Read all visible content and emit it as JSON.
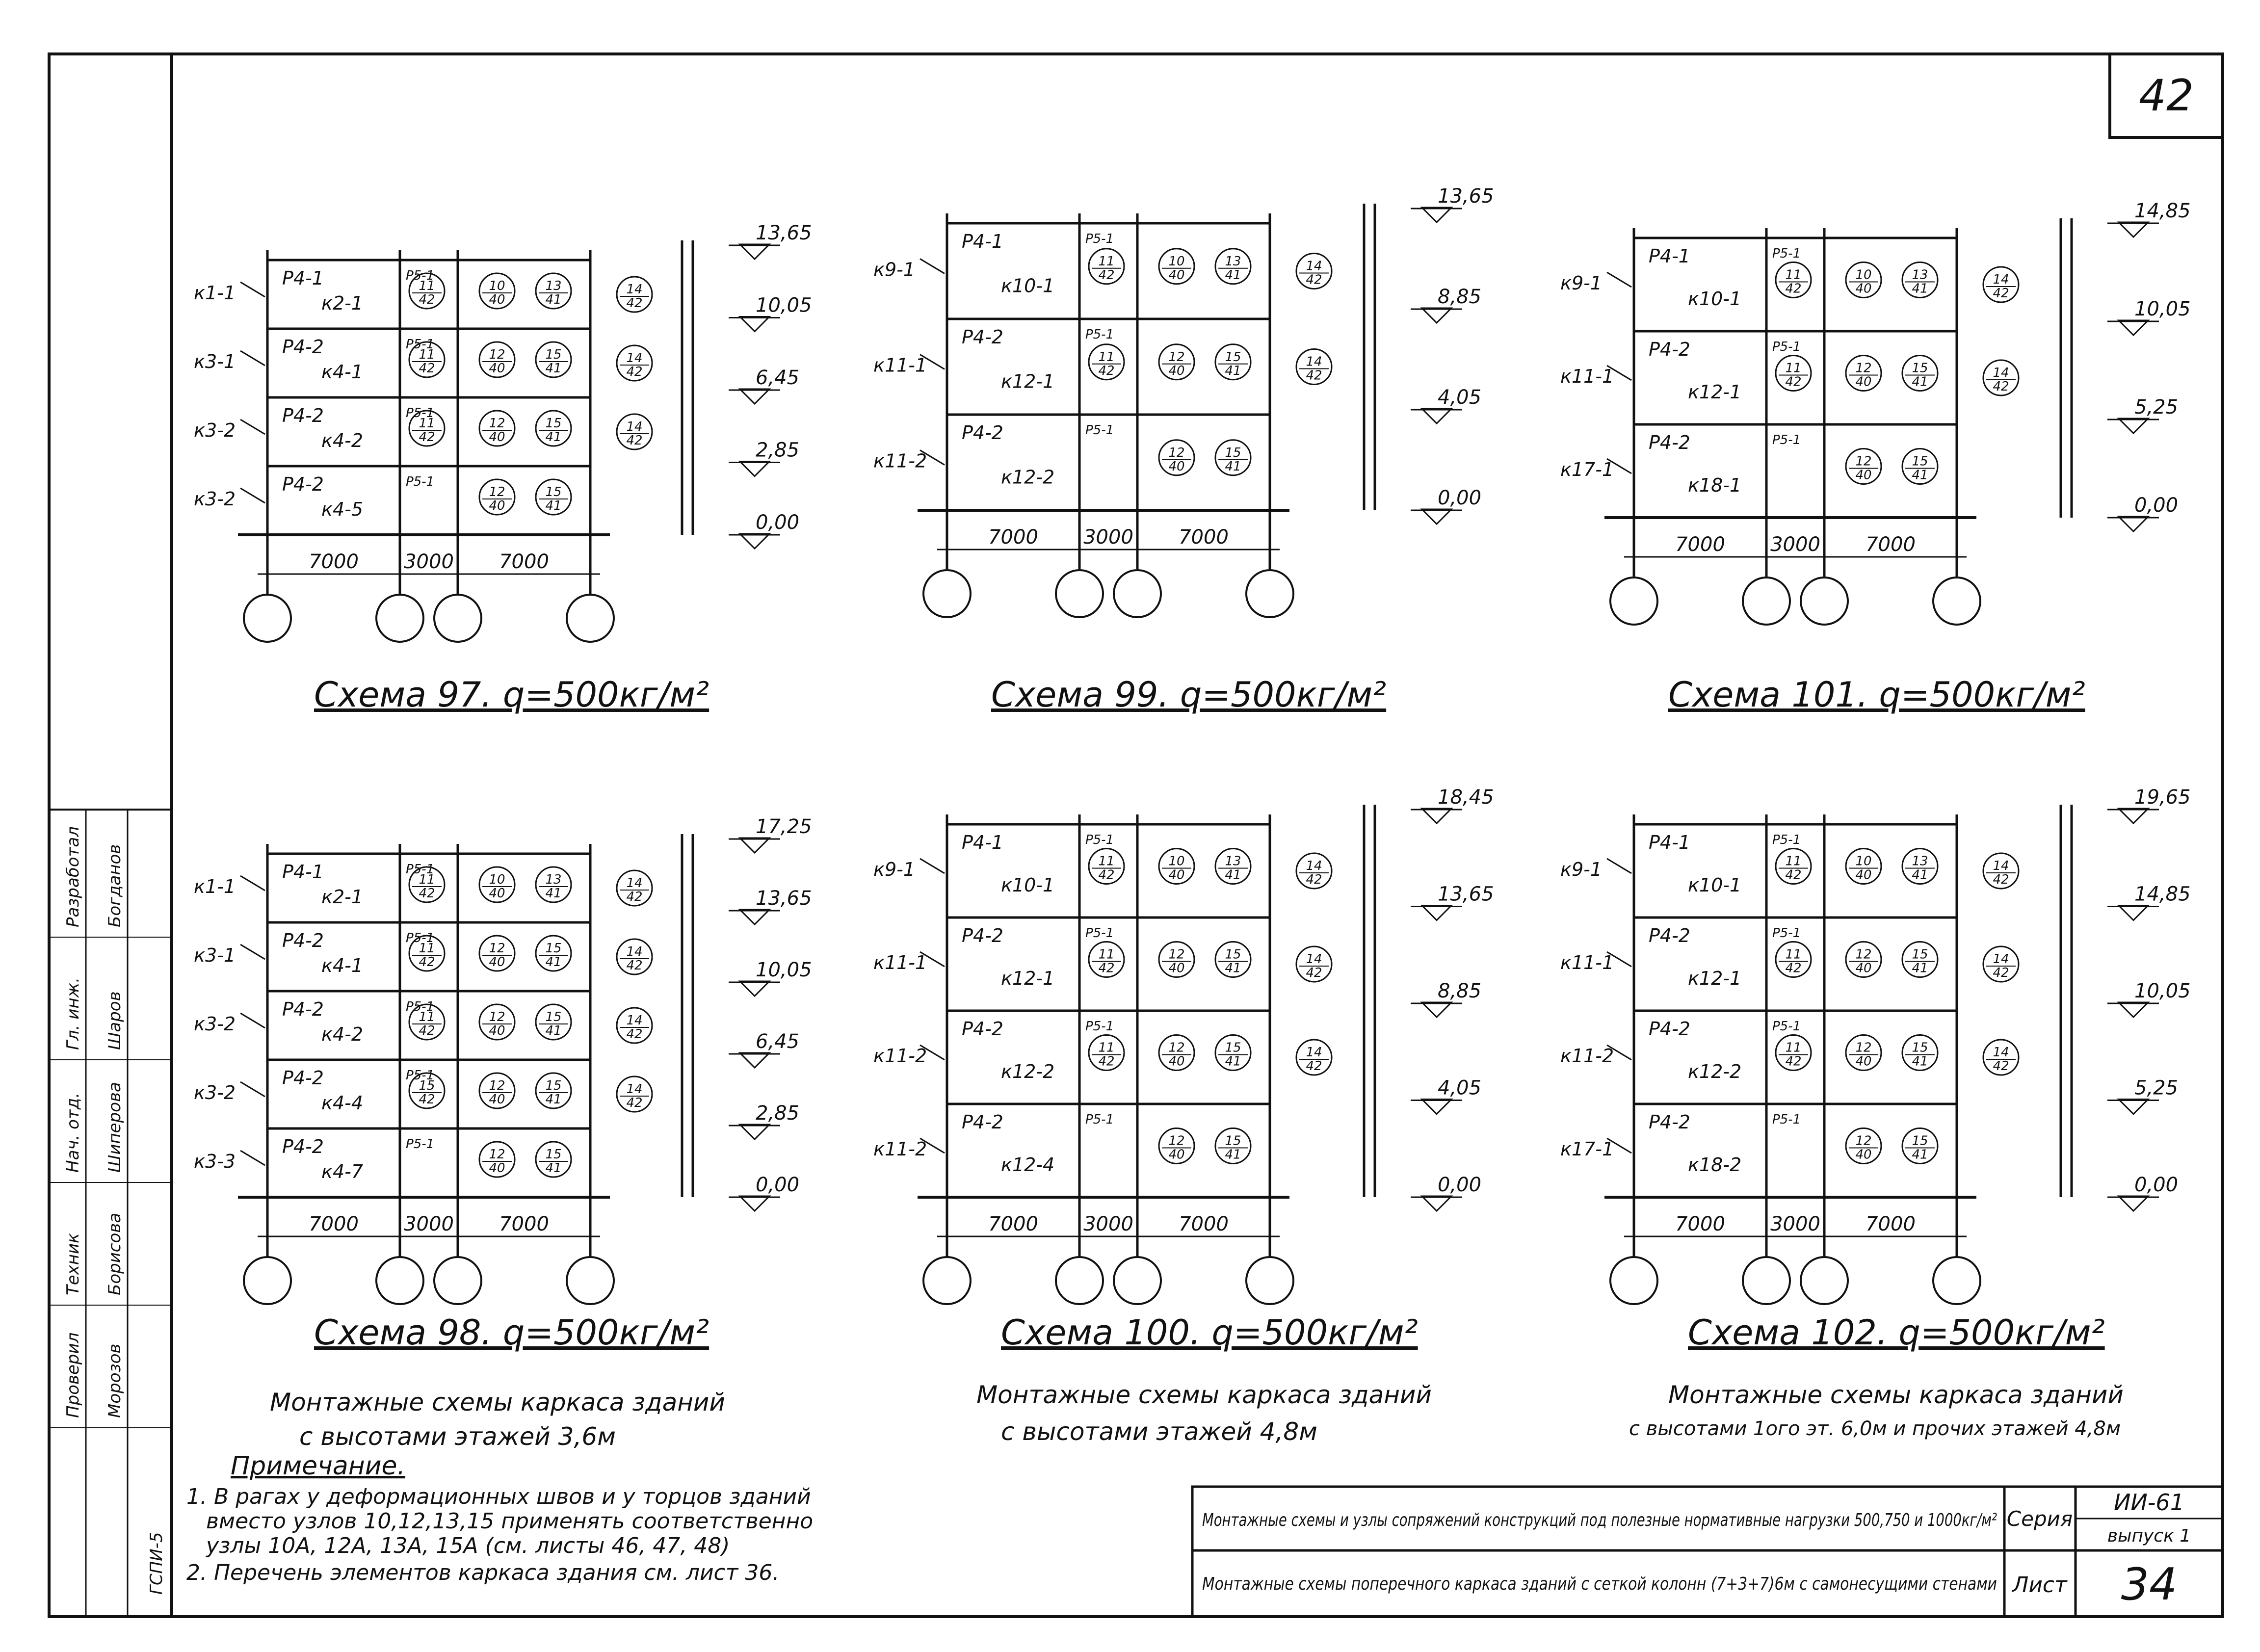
{
  "sheet": {
    "page_number": "42",
    "notes_title": "Примечание.",
    "notes": [
      "1. В рагах у деформационных швов и у торцов зданий",
      "вместо узлов 10,12,13,15 применять соответственно",
      "узлы 10А, 12А, 13А, 15А (см. листы 46, 47, 48)",
      "2. Перечень элементов каркаса здания см. лист 36."
    ],
    "group_captions": [
      [
        "Монтажные схемы каркаса зданий",
        "с высотами этажей 3,6м"
      ],
      [
        "Монтажные схемы каркаса зданий",
        "с высотами этажей 4,8м"
      ],
      [
        "Монтажные схемы каркаса зданий",
        "с высотами 1ого эт. 6,0м и прочих этажей 4,8м"
      ]
    ]
  },
  "title_block": {
    "title_1": "Монтажные схемы и узлы сопряжений конструкций под полезные нормативные нагрузки 500,750 и 1000кг/м²",
    "title_2": "Монтажные схемы поперечного каркаса зданий с сеткой колонн (7+3+7)6м с самонесущими стенами",
    "series_label": "Серия",
    "series_value": "ИИ-61",
    "issue_value": "выпуск 1",
    "sheet_label": "Лист",
    "sheet_value": "34"
  },
  "stamp": {
    "roles": [
      "Разработал",
      "Гл. инж.",
      "Нач. отд.",
      "Техник",
      "Проверил"
    ],
    "names": [
      "Богданов",
      "Шаров",
      "Шиперова",
      "Борисова",
      "Морозов"
    ],
    "left_label": "ГСПИ-5"
  },
  "schemes": [
    {
      "caption": "Схема 97. q=500кг/м²",
      "floor_labels": [
        "к1-1",
        "к3-1",
        "к3-2",
        "к3-2"
      ],
      "left_marks": [
        "Р4-1 / к2-1",
        "Р4-2 / к4-1",
        "Р4-2 / к4-2",
        "Р4-2 / к4-5"
      ],
      "mid_marks": [
        "Р5-1",
        "Р5-1",
        "Р5-1",
        "Р5-1"
      ],
      "nodes": [
        [
          "11/42",
          "10/40",
          "13/41"
        ],
        [
          "11/42",
          "12/40",
          "15/41"
        ],
        [
          "11/42",
          "12/40",
          "15/41"
        ],
        [
          "",
          "12/40",
          "15/41"
        ]
      ],
      "right_nodes": [
        "14/42",
        "14/42",
        "14/42",
        ""
      ],
      "elevations": [
        "13,65",
        "10,05",
        "6,45",
        "2,85",
        "0,00"
      ],
      "spans": [
        "7000",
        "3000",
        "7000"
      ]
    },
    {
      "caption": "Схема 99. q=500кг/м²",
      "floor_labels": [
        "к9-1",
        "к11-1",
        "к11-2"
      ],
      "left_marks": [
        "Р4-1 / к10-1",
        "Р4-2 / к12-1",
        "Р4-2 / к12-2"
      ],
      "mid_marks": [
        "Р5-1",
        "Р5-1",
        "Р5-1"
      ],
      "nodes": [
        [
          "11/42",
          "10/40",
          "13/41"
        ],
        [
          "11/42",
          "12/40",
          "15/41"
        ],
        [
          "",
          "12/40",
          "15/41"
        ]
      ],
      "right_nodes": [
        "14/42",
        "14/42",
        ""
      ],
      "elevations": [
        "13,65",
        "8,85",
        "4,05",
        "0,00"
      ],
      "spans": [
        "7000",
        "3000",
        "7000"
      ]
    },
    {
      "caption": "Схема 101. q=500кг/м²",
      "floor_labels": [
        "к9-1",
        "к11-1",
        "к17-1"
      ],
      "left_marks": [
        "Р4-1 / к10-1",
        "Р4-2 / к12-1",
        "Р4-2 / к18-1"
      ],
      "mid_marks": [
        "Р5-1",
        "Р5-1",
        "Р5-1"
      ],
      "nodes": [
        [
          "11/42",
          "10/40",
          "13/41"
        ],
        [
          "11/42",
          "12/40",
          "15/41"
        ],
        [
          "",
          "12/40",
          "15/41"
        ]
      ],
      "right_nodes": [
        "14/42",
        "14/42",
        ""
      ],
      "elevations": [
        "14,85",
        "10,05",
        "5,25",
        "0,00"
      ],
      "spans": [
        "7000",
        "3000",
        "7000"
      ]
    },
    {
      "caption": "Схема 98. q=500кг/м²",
      "floor_labels": [
        "к1-1",
        "к3-1",
        "к3-2",
        "к3-2",
        "к3-3"
      ],
      "left_marks": [
        "Р4-1 / к2-1",
        "Р4-2 / к4-1",
        "Р4-2 / к4-2",
        "Р4-2 / к4-4",
        "Р4-2 / к4-7"
      ],
      "mid_marks": [
        "Р5-1",
        "Р5-1",
        "Р5-1",
        "Р5-1",
        "Р5-1"
      ],
      "nodes": [
        [
          "11/42",
          "10/40",
          "13/41"
        ],
        [
          "11/42",
          "12/40",
          "15/41"
        ],
        [
          "11/42",
          "12/40",
          "15/41"
        ],
        [
          "15/42",
          "12/40",
          "15/41"
        ],
        [
          "",
          "12/40",
          "15/41"
        ]
      ],
      "right_nodes": [
        "14/42",
        "14/42",
        "14/42",
        "14/42",
        ""
      ],
      "elevations": [
        "17,25",
        "13,65",
        "10,05",
        "6,45",
        "2,85",
        "0,00"
      ],
      "spans": [
        "7000",
        "3000",
        "7000"
      ]
    },
    {
      "caption": "Схема 100. q=500кг/м²",
      "floor_labels": [
        "к9-1",
        "к11-1",
        "к11-2",
        "к11-2"
      ],
      "left_marks": [
        "Р4-1 / к10-1",
        "Р4-2 / к12-1",
        "Р4-2 / к12-2",
        "Р4-2 / к12-4"
      ],
      "mid_marks": [
        "Р5-1",
        "Р5-1",
        "Р5-1",
        "Р5-1"
      ],
      "nodes": [
        [
          "11/42",
          "10/40",
          "13/41"
        ],
        [
          "11/42",
          "12/40",
          "15/41"
        ],
        [
          "11/42",
          "12/40",
          "15/41"
        ],
        [
          "",
          "12/40",
          "15/41"
        ]
      ],
      "right_nodes": [
        "14/42",
        "14/42",
        "14/42",
        ""
      ],
      "elevations": [
        "18,45",
        "13,65",
        "8,85",
        "4,05",
        "0,00"
      ],
      "spans": [
        "7000",
        "3000",
        "7000"
      ]
    },
    {
      "caption": "Схема 102. q=500кг/м²",
      "floor_labels": [
        "к9-1",
        "к11-1",
        "к11-2",
        "к17-1"
      ],
      "left_marks": [
        "Р4-1 / к10-1",
        "Р4-2 / к12-1",
        "Р4-2 / к12-2",
        "Р4-2 / к18-2"
      ],
      "mid_marks": [
        "Р5-1",
        "Р5-1",
        "Р5-1",
        "Р5-1"
      ],
      "nodes": [
        [
          "11/42",
          "10/40",
          "13/41"
        ],
        [
          "11/42",
          "12/40",
          "15/41"
        ],
        [
          "11/42",
          "12/40",
          "15/41"
        ],
        [
          "",
          "12/40",
          "15/41"
        ]
      ],
      "right_nodes": [
        "14/42",
        "14/42",
        "14/42",
        ""
      ],
      "elevations": [
        "19,65",
        "14,85",
        "10,05",
        "5,25",
        "0,00"
      ],
      "spans": [
        "7000",
        "3000",
        "7000"
      ]
    }
  ]
}
